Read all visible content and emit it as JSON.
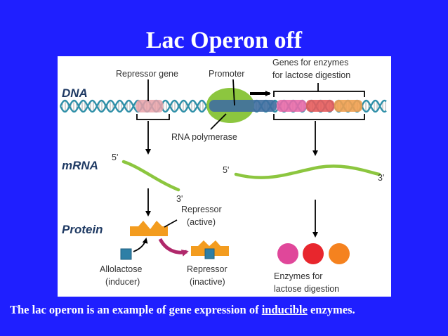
{
  "title": "Lac Operon off",
  "diagram": {
    "labels": {
      "repressor_gene": "Repressor gene",
      "promoter": "Promoter",
      "genes_line1": "Genes for enzymes",
      "genes_line2": "for lactose digestion",
      "rna_polymerase": "RNA polymerase",
      "repressor_active_line1": "Repressor",
      "repressor_active_line2": "(active)",
      "allolactose_line1": "Allolactose",
      "allolactose_line2": "(inducer)",
      "repressor_inactive_line1": "Repressor",
      "repressor_inactive_line2": "(inactive)",
      "enzymes_line1": "Enzymes for",
      "enzymes_line2": "lactose digestion"
    },
    "rows": {
      "dna": "DNA",
      "mrna": "mRNA",
      "protein": "Protein"
    },
    "primes": {
      "left_5": "5'",
      "left_3": "3'",
      "right_5": "5'",
      "right_3": "3'"
    },
    "colors": {
      "dna_strand": "#2e8fa8",
      "dna_rung": "#b7b7b7",
      "repressor_gene_band": "#e8a1a8",
      "promoter_blob": "#8cc63f",
      "polymerase_band": "#3f6ea0",
      "gene_pink": "#e86aa8",
      "gene_red": "#e65c5c",
      "gene_orange": "#f0a050",
      "mrna": "#8cc63f",
      "repressor": "#f39c1f",
      "inducer": "#2e7fa6",
      "magenta_arrow": "#b0286b",
      "enzyme_pink": "#e0479a",
      "enzyme_red": "#e8262d",
      "enzyme_orange": "#f5821f"
    }
  },
  "caption": {
    "text_before": "The lac operon is an example of gene expression of ",
    "underlined": "inducible",
    "text_after": " enzymes."
  }
}
